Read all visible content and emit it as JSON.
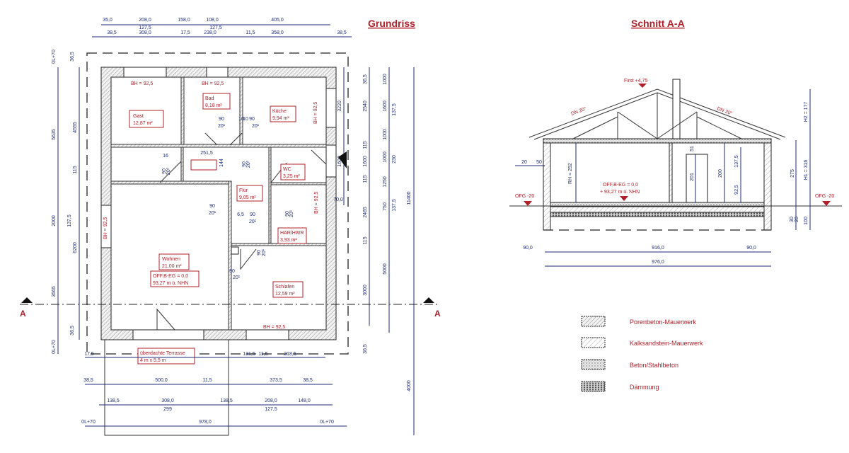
{
  "titles": {
    "plan": "Grundriss",
    "section": "Schnitt A-A"
  },
  "section_markers": {
    "left": "A",
    "right": "A"
  },
  "rooms": [
    {
      "name": "Gast",
      "area": "12,87 m²"
    },
    {
      "name": "Bad",
      "area": "8,18 m²"
    },
    {
      "name": "Küche",
      "area": "9,94 m²"
    },
    {
      "name": "WC",
      "area": "3,25 m²"
    },
    {
      "name": "Flur",
      "area": "9,05 m²"
    },
    {
      "name": "HAR/HWR",
      "area": "3,93 m²"
    },
    {
      "name": "Wohnen",
      "area": "21,00 m²"
    },
    {
      "name": "Schlafen",
      "area": "12,59 m²"
    }
  ],
  "level_note": {
    "line1": "OFF.B-EG = 0,0",
    "line2": "93,27 m ü. NHN"
  },
  "terrace": {
    "line1": "überdachte Terrasse",
    "line2": "4 m x 5,5 m"
  },
  "bh_label": "BH = 92,5",
  "plan_dims": {
    "top": [
      "35,0",
      "208,0",
      "158,0",
      "108,0",
      "405,0",
      "127,5",
      "127,5",
      "38,5",
      "308,0",
      "17,5",
      "238,0",
      "11,5",
      "358,0",
      "38,5"
    ],
    "left": [
      "0L+70",
      "36,5",
      "5635",
      "4555",
      "115",
      "2000",
      "137,5",
      "6200",
      "3565",
      "36,5",
      "0L+70"
    ],
    "right": [
      "3220",
      "1600",
      "70,0",
      "36,5",
      "2540",
      "115",
      "1600",
      "115",
      "2465",
      "115",
      "3000",
      "36,5",
      "1000",
      "1600",
      "1000",
      "1000",
      "1250",
      "750",
      "5000",
      "137,5",
      "230",
      "137,5",
      "11400",
      "4000"
    ],
    "bottom": [
      "17,5",
      "131,5",
      "11,5",
      "218,5",
      "38,5",
      "500,0",
      "11,5",
      "373,5",
      "38,5",
      "138,5",
      "308,0",
      "138,5",
      "208,0",
      "148,0",
      "299",
      "127,5",
      "0L+70",
      "978,0",
      "0L+70"
    ],
    "inner": [
      "90",
      "20¹",
      "10",
      "10",
      "90",
      "20¹",
      "251,5",
      "144",
      "90",
      "20¹",
      "90",
      "20¹",
      "16",
      "90",
      "20¹",
      "90",
      "20¹",
      "6,5",
      "90",
      "20¹",
      "90",
      "20¹",
      "90",
      "20¹"
    ]
  },
  "section": {
    "ridge": "First +4,75",
    "roof_pitch_left": "DN 20°",
    "roof_pitch_right": "DN 20°",
    "ground_left": "OFG -20",
    "ground_right": "OFG -20",
    "room_height": "RH = 252",
    "level1": "OFF.B-EG = 0,0",
    "level2": "+ 93,27 m ü. NHN",
    "dims": [
      "20",
      "50",
      "51",
      "201",
      "200",
      "137,5",
      "92,5",
      "275",
      "H2 = 177",
      "H1 = 316",
      "30",
      "20",
      "100",
      "90,0",
      "916,0",
      "90,0",
      "976,0"
    ]
  },
  "legend": [
    {
      "label": "Porenbeton-Mauerwerk"
    },
    {
      "label": "Kalksandstein-Mauerwerk"
    },
    {
      "label": "Beton/Stahlbeton"
    },
    {
      "label": "Dämmung"
    }
  ]
}
